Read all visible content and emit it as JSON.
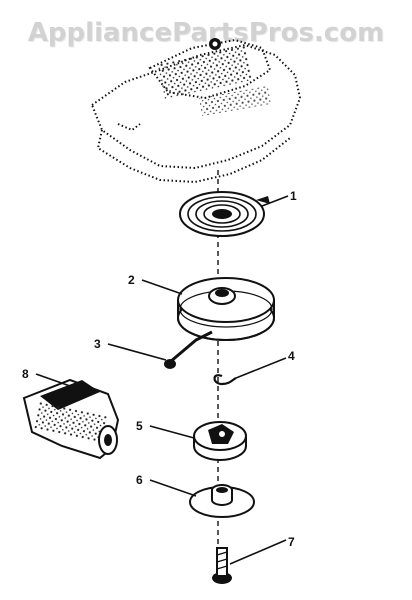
{
  "watermark": "AppliancePartsPros.com",
  "callouts": {
    "c1": "1",
    "c2": "2",
    "c3": "3",
    "c4": "4",
    "c5": "5",
    "c6": "6",
    "c7": "7",
    "c8": "8"
  },
  "colors": {
    "ink": "#111111",
    "watermark": "#d2d2d2"
  }
}
